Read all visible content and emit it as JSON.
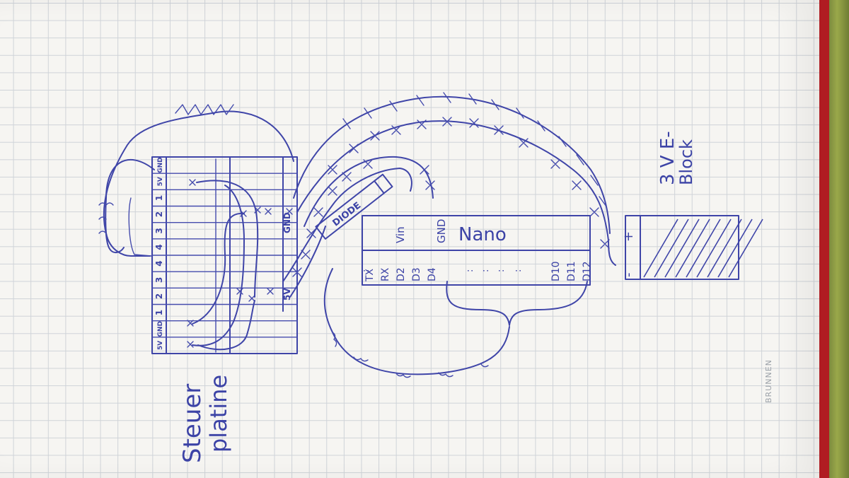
{
  "labels": {
    "steuerplatine_line1": "Steuer",
    "steuerplatine_line2": "platine",
    "battery_line1": "3 V E-",
    "battery_line2": "Block",
    "nano": "Nano",
    "diode": "DIODE",
    "battery_minus": "-",
    "battery_plus": "+"
  },
  "board_pins": [
    "5V",
    "GND",
    "1",
    "2",
    "3",
    "4",
    "4",
    "3",
    "2",
    "1",
    "5V",
    "GND"
  ],
  "board_side_pins": {
    "gnd": "GND",
    "five_v": "5V"
  },
  "nano_pins_left": [
    "Vin",
    "GND"
  ],
  "nano_pins_right": [
    "TX",
    "RX",
    "D2",
    "D3",
    "D4",
    "D10",
    "D11",
    "D12"
  ],
  "nano_dots": [
    ":",
    ":",
    ":",
    ":",
    ":"
  ],
  "brand": "BRUNNEN",
  "colors": {
    "ink": "#3f45a8",
    "paper": "#f6f5f2",
    "grid": "#cfd3d8",
    "edge": "#b01c22"
  }
}
